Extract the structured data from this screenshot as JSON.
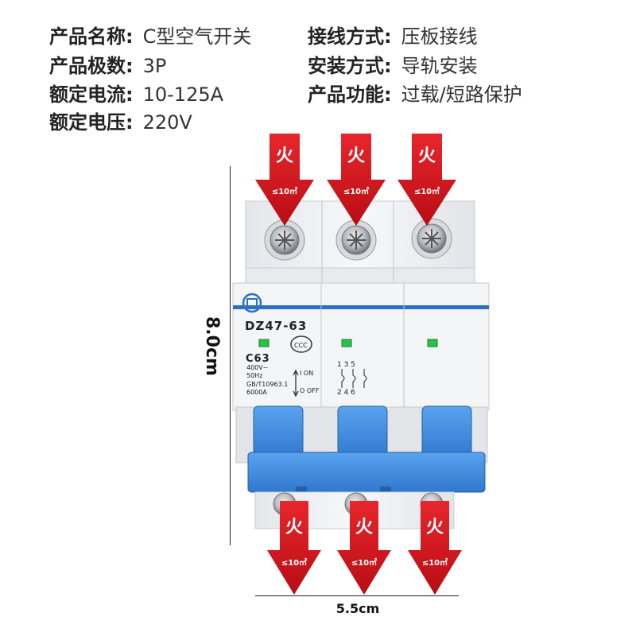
{
  "specs": [
    {
      "label": "产品名称:",
      "value": "C型空气开关"
    },
    {
      "label": "产品极数:",
      "value": "3P"
    },
    {
      "label": "额定电流:",
      "value": "10-125A"
    },
    {
      "label": "额定电压:",
      "value": "220V"
    },
    {
      "label": "接线方式:",
      "value": "压板接线"
    },
    {
      "label": "安装方式:",
      "value": "导轨安装"
    },
    {
      "label": "产品功能:",
      "value": "过载/短路保护"
    }
  ],
  "dimensions": {
    "height": "8.0cm",
    "width": "5.5cm"
  },
  "arrows": {
    "phase": "火",
    "wire": "≤10㎡"
  },
  "breaker": {
    "model": "DZ47-63",
    "rating": "C63",
    "voltage": "400V~",
    "frequency": "50Hz",
    "standard": "GB/T10963.1",
    "capacity": "6000A",
    "on_label": "I ON",
    "off_label": "O OFF",
    "top_terminals": "1 3 5",
    "bottom_terminals": "2 4 6"
  },
  "colors": {
    "arrow": "#d8141b",
    "handle": "#3f8ee0",
    "body": "#f2f3f5",
    "stripe": "#2c6fc4"
  }
}
